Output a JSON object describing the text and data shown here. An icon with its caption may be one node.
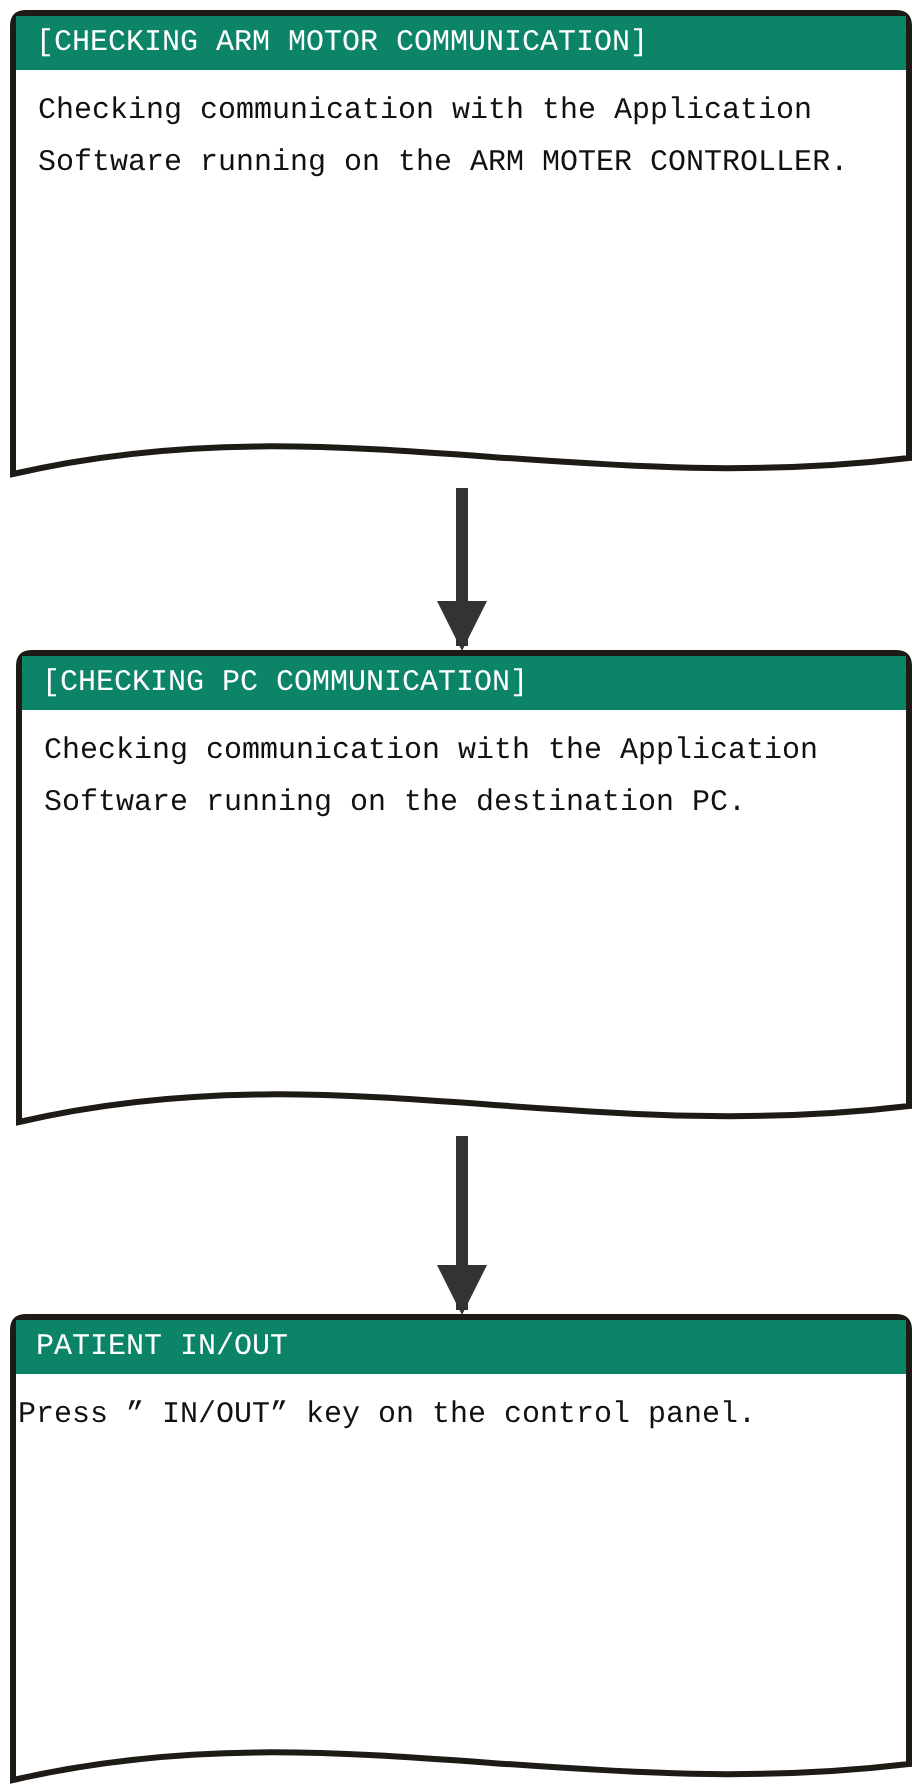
{
  "diagram": {
    "nodes": [
      {
        "text": [
          "[CHECKING ARM MOTOR COMMUNICATION]",
          "Checking communication with the Application Software running on the ARM MOTER CONTROLLER."
        ]
      },
      {
        "text": [
          "[CHECKING PC COMMUNICATION]",
          "Checking communication with the Application Software running on the destination PC."
        ]
      },
      {
        "text": [
          "PATIENT IN/OUT",
          "Press ” IN/OUT” key on the control panel."
        ]
      }
    ],
    "edges": [
      {
        "from": 0,
        "to": 1,
        "arrow": "to"
      },
      {
        "from": 1,
        "to": 2,
        "arrow": "to"
      }
    ]
  }
}
